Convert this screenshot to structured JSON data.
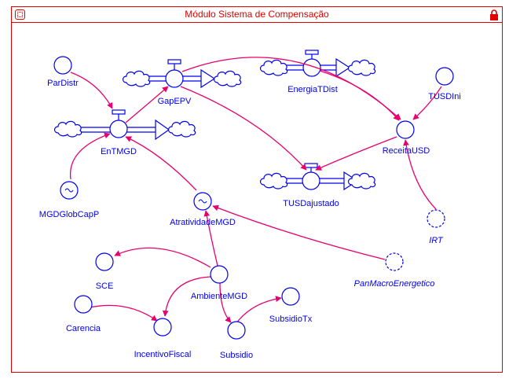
{
  "window": {
    "title": "Módulo Sistema de Compensação",
    "module_icon": "module-icon",
    "lock_icon": "lock-icon"
  },
  "colors": {
    "frame": "#e00000",
    "node": "#0000ee",
    "link": "#e8006e"
  },
  "nodes": {
    "par_distr": "ParDistr",
    "en_tmgd": "EnTMGD",
    "gap_epv": "GapEPV",
    "energia_tdist": "EnergiaTDist",
    "tusd_ini": "TUSDIni",
    "receita_usd": "ReceitaUSD",
    "tusd_ajustado": "TUSDajustado",
    "mgd_glob_cap_p": "MGDGlobCapP",
    "atratividade_mgd": "AtratividadeMGD",
    "irt": "IRT",
    "pan_macro_energetico": "PanMacroEnergetico",
    "sce": "SCE",
    "ambiente_mgd": "AmbienteMGD",
    "carencia": "Carencia",
    "subsidio_tx": "SubsidioTx",
    "incentivo_fiscal": "IncentivoFiscal",
    "subsidio": "Subsidio"
  }
}
